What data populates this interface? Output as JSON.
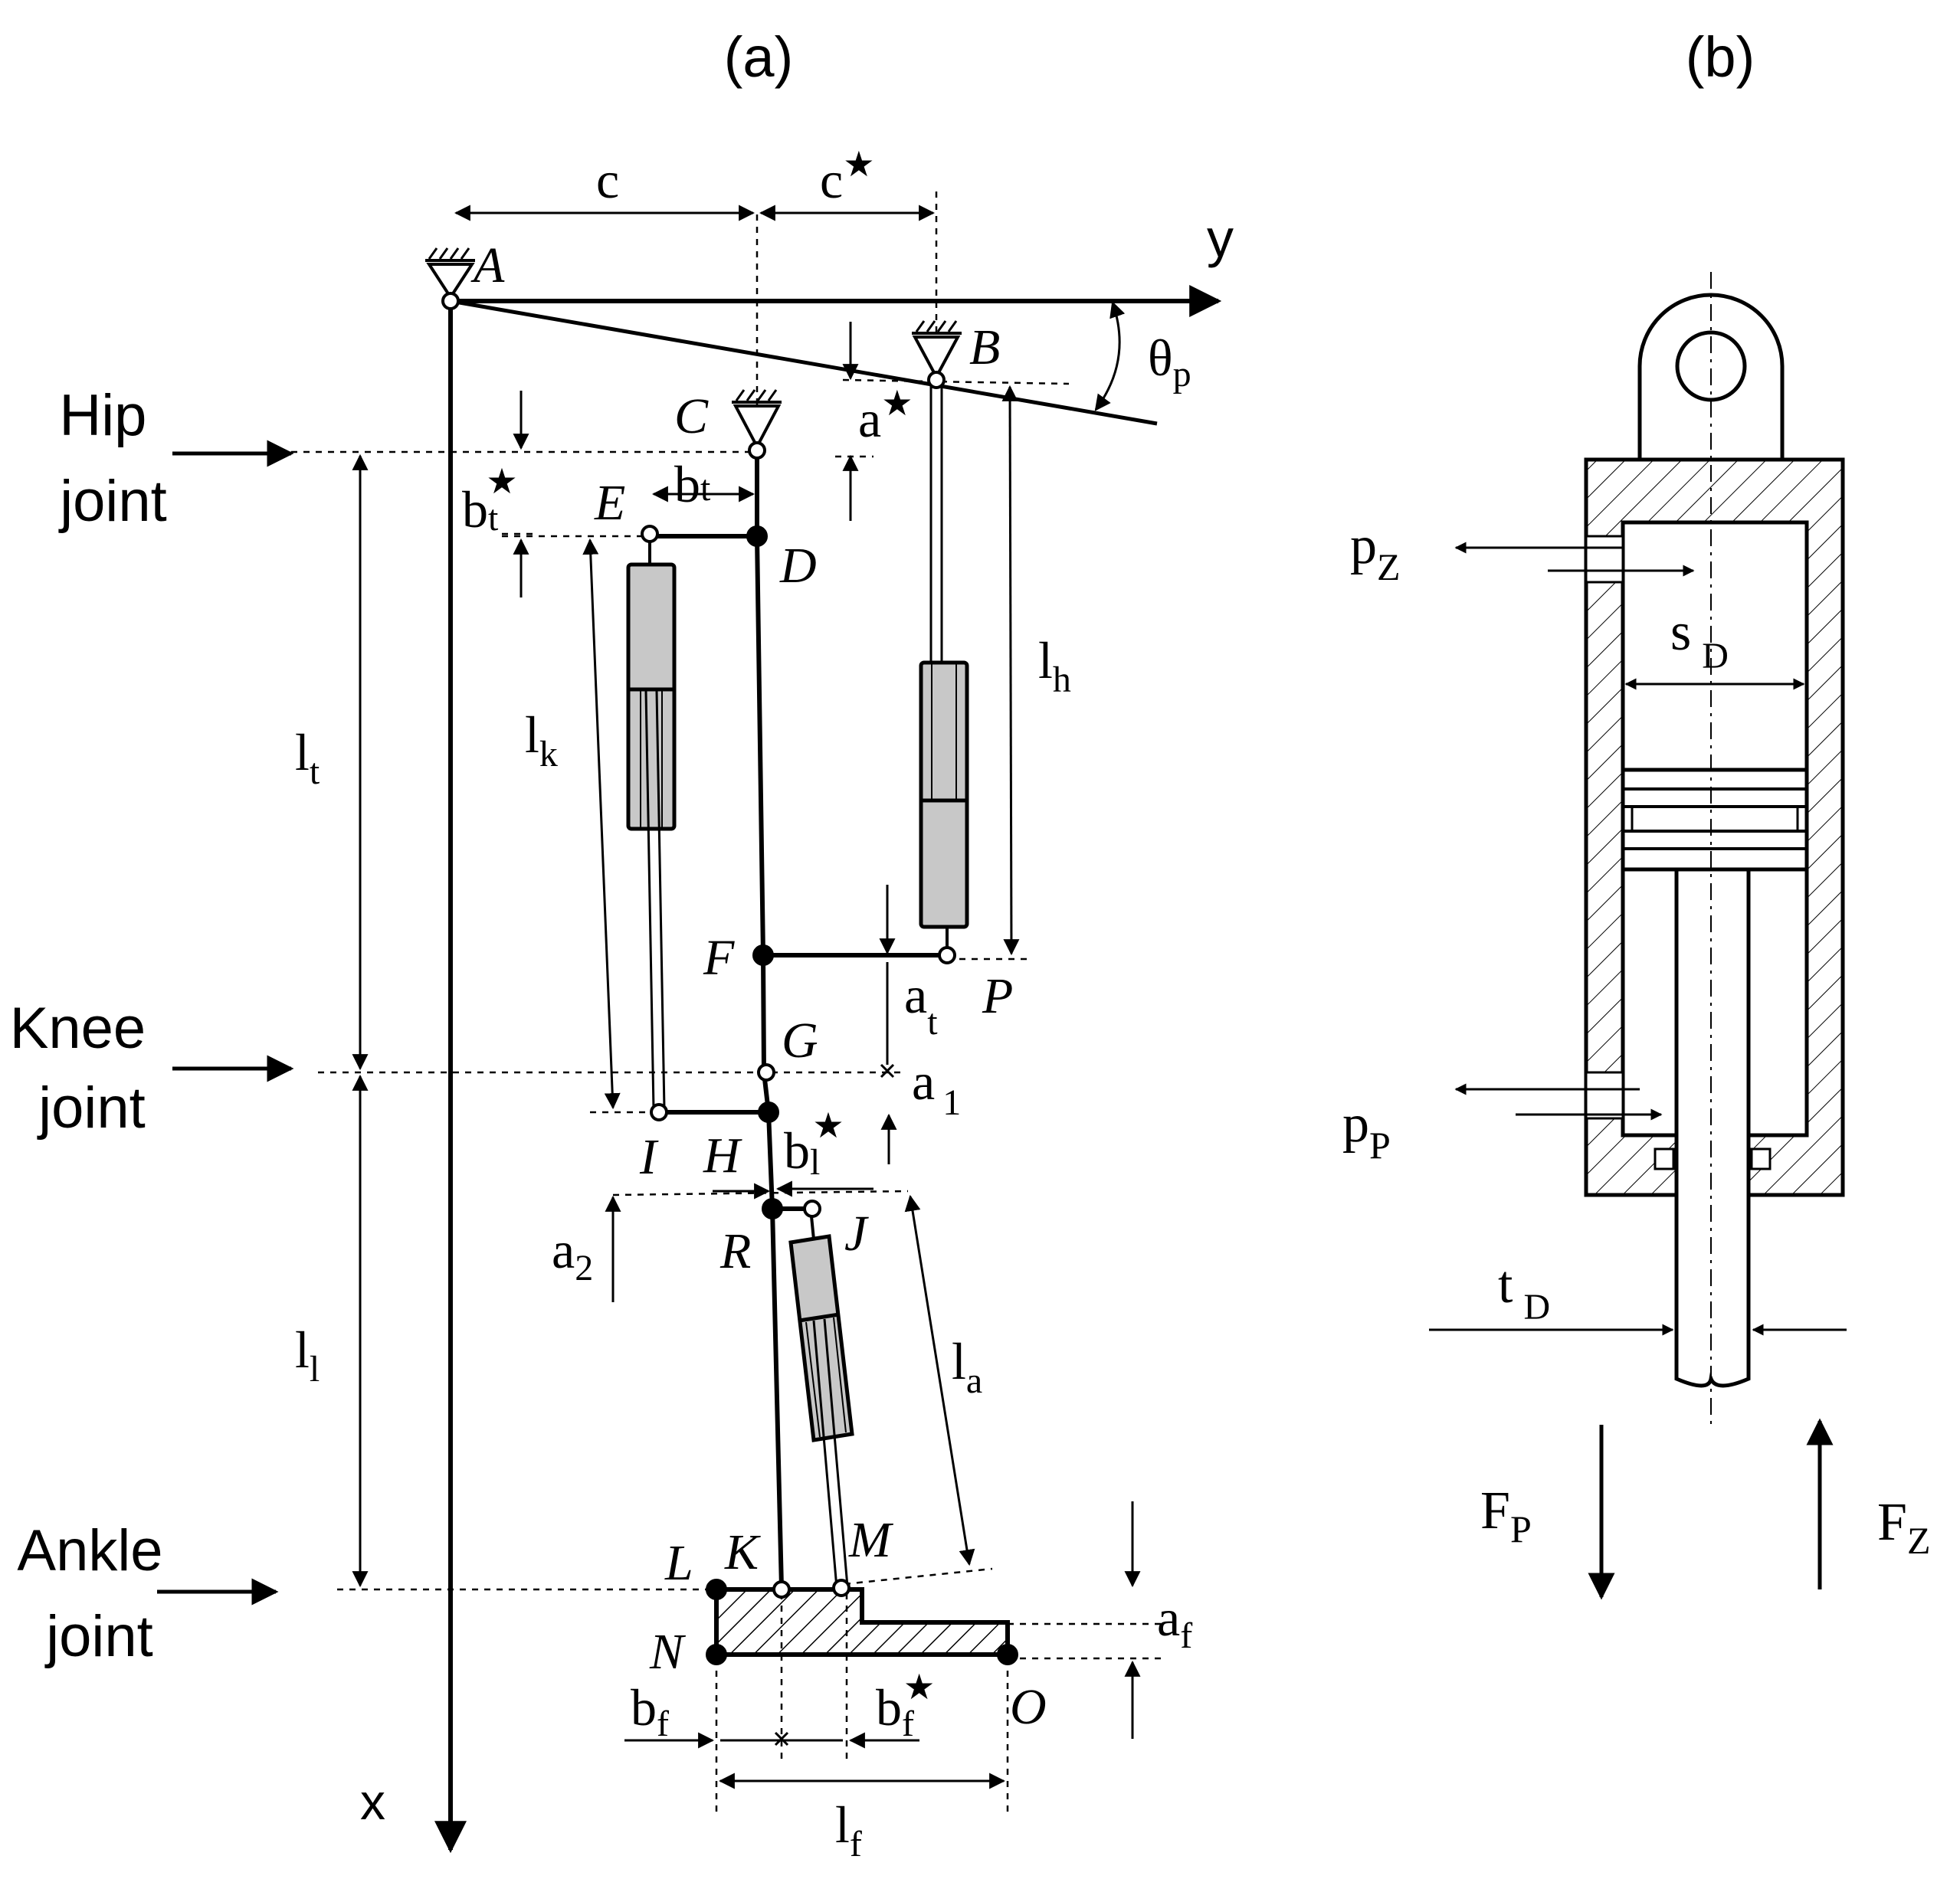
{
  "panels": {
    "a": "(a)",
    "b": "(b)"
  },
  "axes": {
    "x": "x",
    "y": "y"
  },
  "points": {
    "A": "A",
    "B": "B",
    "C": "C",
    "D": "D",
    "E": "E",
    "F": "F",
    "G": "G",
    "H": "H",
    "I": "I",
    "J": "J",
    "K": "K",
    "L": "L",
    "M": "M",
    "N": "N",
    "O": "O",
    "P": "P",
    "R": "R"
  },
  "joints": {
    "hip": [
      "Hip",
      "joint"
    ],
    "knee": [
      "Knee",
      "joint"
    ],
    "ankle": [
      "Ankle",
      "joint"
    ]
  },
  "dimensions": {
    "c": {
      "base": "c"
    },
    "c_star": {
      "base": "c",
      "star": "★"
    },
    "a_star": {
      "base": "a",
      "star": "★"
    },
    "theta_p": {
      "base": "θ",
      "sub": "p"
    },
    "b_t_star": {
      "base": "b",
      "sub": "t",
      "star": "★"
    },
    "b_t": {
      "base": "b",
      "sub": "t"
    },
    "l_t": {
      "base": "l",
      "sub": "t"
    },
    "l_k": {
      "base": "l",
      "sub": "k"
    },
    "l_h": {
      "base": "l",
      "sub": "h"
    },
    "a_t": {
      "base": "a",
      "sub": "t"
    },
    "a_1": {
      "base": "a",
      "sub": "1"
    },
    "b_l_star": {
      "base": "b",
      "sub": "l",
      "star": "★"
    },
    "a_2": {
      "base": "a",
      "sub": "2"
    },
    "l_l": {
      "base": "l",
      "sub": "l"
    },
    "l_a": {
      "base": "l",
      "sub": "a"
    },
    "a_f": {
      "base": "a",
      "sub": "f"
    },
    "b_f": {
      "base": "b",
      "sub": "f"
    },
    "b_f_star": {
      "base": "b",
      "sub": "f",
      "star": "★"
    },
    "l_f": {
      "base": "l",
      "sub": "f"
    }
  },
  "cylinder": {
    "p_Z": {
      "base": "p",
      "sub": "Z"
    },
    "p_P": {
      "base": "p",
      "sub": "P"
    },
    "s_D": {
      "base": "s",
      "sub": "D"
    },
    "t_D": {
      "base": "t",
      "sub": "D"
    },
    "F_P": {
      "base": "F",
      "sub": "P"
    },
    "F_Z": {
      "base": "F",
      "sub": "Z"
    }
  },
  "colors": {
    "ink": "#000000",
    "cylinder_fill": "#c8c8c8",
    "background": "#ffffff"
  }
}
